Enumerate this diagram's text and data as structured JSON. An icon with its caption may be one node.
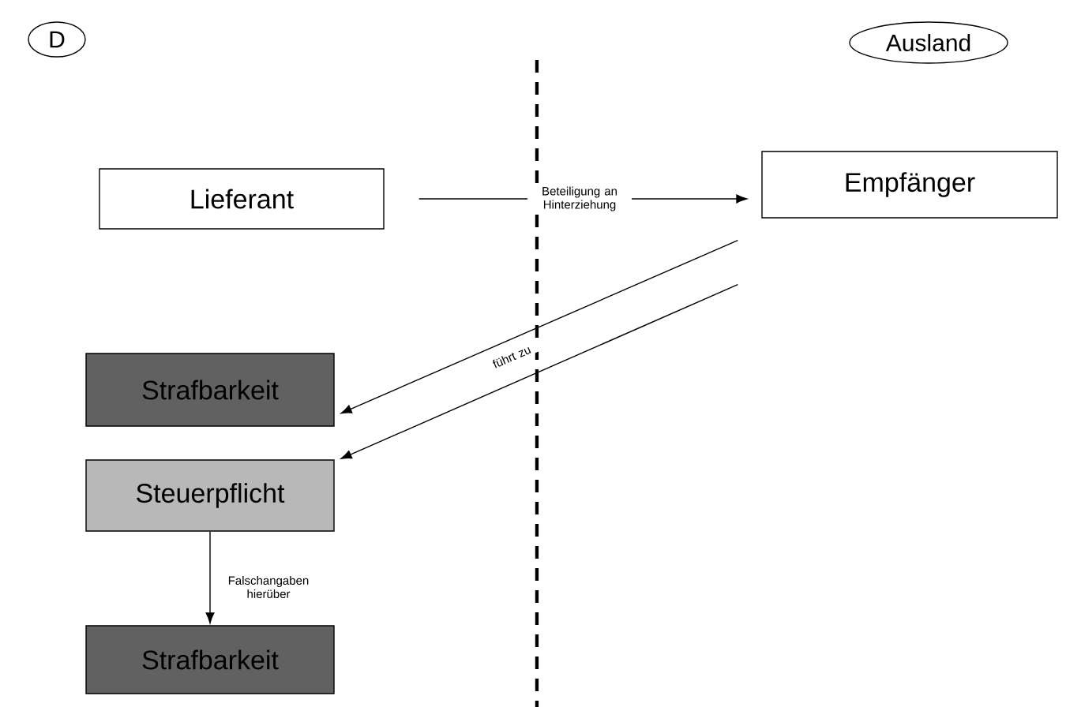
{
  "diagram": {
    "nodes": [
      {
        "text": [
          "D"
        ]
      },
      {
        "text": [
          "Ausland"
        ]
      },
      {
        "text": [
          "Lieferant"
        ]
      },
      {
        "text": [
          "Empfänger"
        ]
      },
      {
        "text": [
          "Strafbarkeit"
        ]
      },
      {
        "text": [
          "Steuerpflicht"
        ]
      },
      {
        "text": [
          "Strafbarkeit"
        ]
      }
    ],
    "edges": [
      {
        "from": 2,
        "to": 3,
        "arrow": "to",
        "label": "Beteiligung an Hinterziehung"
      },
      {
        "from": 3,
        "to": 4,
        "arrow": "to",
        "label": "führt zu"
      },
      {
        "from": 3,
        "to": 5,
        "arrow": "to"
      },
      {
        "from": 5,
        "to": 6,
        "arrow": "to",
        "label": "Falschangaben hierüber"
      }
    ]
  }
}
